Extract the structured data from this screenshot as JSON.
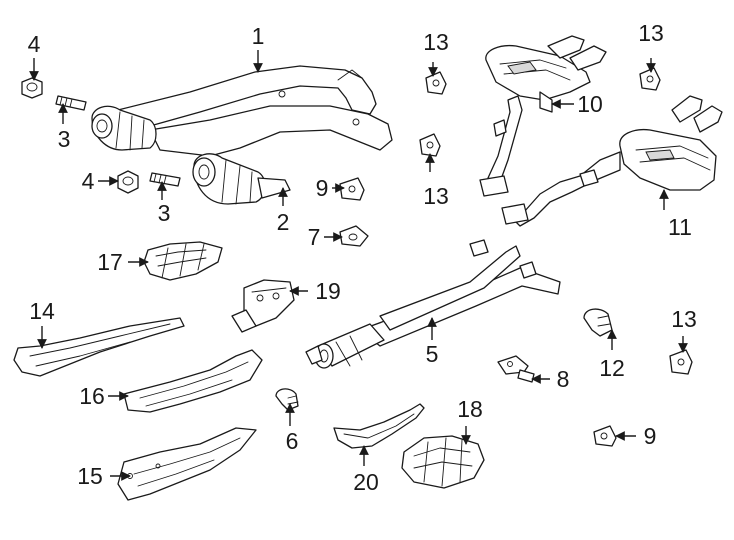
{
  "callouts": {
    "c1": "1",
    "c2": "2",
    "c3a": "3",
    "c3b": "3",
    "c4a": "4",
    "c4b": "4",
    "c5": "5",
    "c6": "6",
    "c7": "7",
    "c8": "8",
    "c9a": "9",
    "c9b": "9",
    "c10": "10",
    "c11": "11",
    "c12": "12",
    "c13a": "13",
    "c13b": "13",
    "c13c": "13",
    "c13d": "13",
    "c14": "14",
    "c15": "15",
    "c16": "16",
    "c17": "17",
    "c18": "18",
    "c19": "19",
    "c20": "20"
  },
  "colors": {
    "line": "#1a1a1a",
    "background": "#ffffff",
    "shade": "#d9d9d9"
  }
}
